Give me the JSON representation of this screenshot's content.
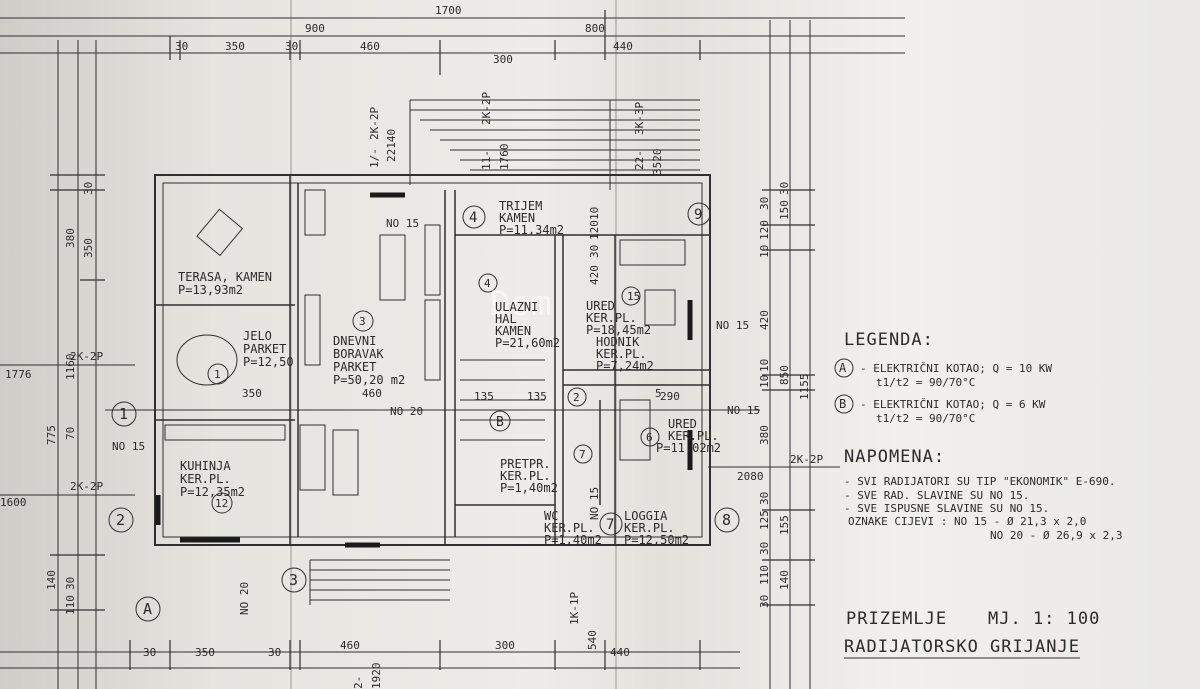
{
  "dimensions": {
    "top_total": "1700",
    "top_sub": [
      "900",
      "800"
    ],
    "top_segments": [
      "30",
      "350",
      "30",
      "460",
      "300",
      "440"
    ],
    "bottom_segments": [
      "30",
      "350",
      "30",
      "460",
      "300",
      "440"
    ],
    "left_right": [
      "1160",
      "380",
      "350",
      "30",
      "775",
      "70",
      "140",
      "30",
      "110"
    ],
    "right": [
      "1155",
      "850",
      "420",
      "150",
      "120",
      "10",
      "10",
      "380",
      "125",
      "155",
      "140",
      "110",
      "30",
      "30",
      "10",
      "30",
      "30",
      "30"
    ],
    "inner": [
      "350",
      "460",
      "135",
      "135",
      "290",
      "420",
      "NO 20",
      "NO 20",
      "NO 15",
      "NO 15",
      "NO 15",
      "NO 15",
      "NO 15",
      "10",
      "120",
      "30"
    ]
  },
  "risers": {
    "r1": "2K-2P",
    "r1_val": "1776",
    "r2": "2K-2P",
    "r2_val": "1600",
    "r3": "2K-2P",
    "r3_val": "2080",
    "r4": "1/-",
    "r4_val": "2K-2P",
    "r4_num": "22140",
    "r5": "11-",
    "r5_val": "2K-2P",
    "r5_num": "1760",
    "r6": "22-",
    "r6_val": "3K-3P",
    "r6_num": "3520",
    "r7": "1K-1P",
    "r7_num": "540",
    "r8": "2-",
    "r8_num": "1920"
  },
  "markers": [
    "1",
    "2",
    "3",
    "4",
    "7",
    "8",
    "9",
    "A",
    "B"
  ],
  "rooms": [
    {
      "name": "TERASA, KAMEN",
      "area": "P=13,93m2"
    },
    {
      "name": "JELO",
      "sub": "PARKET",
      "area": "P=12,50"
    },
    {
      "name": "DNEVNI",
      "sub": "BORAVAK",
      "sub2": "PARKET",
      "area": "P=50,20 m2"
    },
    {
      "name": "TRIJEM",
      "sub": "KAMEN",
      "area": "P=11,34m2"
    },
    {
      "name": "ULAZNI",
      "sub": "HAL",
      "sub2": "KAMEN",
      "area": "P=21,60m2"
    },
    {
      "name": "URED",
      "sub": "KER.PL.",
      "area": "P=18,45m2"
    },
    {
      "name": "HODNIK",
      "sub": "KER.PL.",
      "area": "P=7,24m2"
    },
    {
      "name": "URED",
      "sub": "KER.PL.",
      "area": "P=11,02m2"
    },
    {
      "name": "KUHINJA",
      "sub": "KER.PL.",
      "area": "P=12,35m2"
    },
    {
      "name": "PRETPR.",
      "sub": "KER.PL.",
      "area": "P=1,40m2"
    },
    {
      "name": "WC",
      "sub": "KER.PL.",
      "area": "P=1,40m2"
    },
    {
      "name": "LOGGIA",
      "sub": "KER.PL.",
      "area": "P=12,50m2"
    }
  ],
  "room_numbers": [
    "1",
    "2",
    "3",
    "4",
    "5",
    "6",
    "7",
    "12",
    "15"
  ],
  "legend": {
    "title": "LEGENDA:",
    "a_key": "A",
    "a_line1": "- ELEKTRIČNI KOTAO; Q = 10 KW",
    "a_line2": "t1/t2 = 90/70°C",
    "b_key": "B",
    "b_line1": "- ELEKTRIČNI KOTAO; Q = 6 KW",
    "b_line2": "t1/t2 = 90/70°C"
  },
  "napomena": {
    "title": "NAPOMENA:",
    "l1": "- SVI RADIJATORI SU TIP \"EKONOMIK\" E-690.",
    "l2": "- SVE RAD. SLAVINE SU NO 15.",
    "l3": "- SVE ISPUSNE SLAVINE SU NO 15.",
    "l4": "OZNAKE CIJEVI :  NO 15 - Ø 21,3 x 2,0",
    "l5": "NO 20 - Ø 26,9 x 2,3"
  },
  "title_block": {
    "floor": "PRIZEMLJE",
    "scale": "MJ. 1: 100",
    "subtitle": "RADIJATORSKO  GRIJANJE"
  },
  "watermark": "Dom"
}
